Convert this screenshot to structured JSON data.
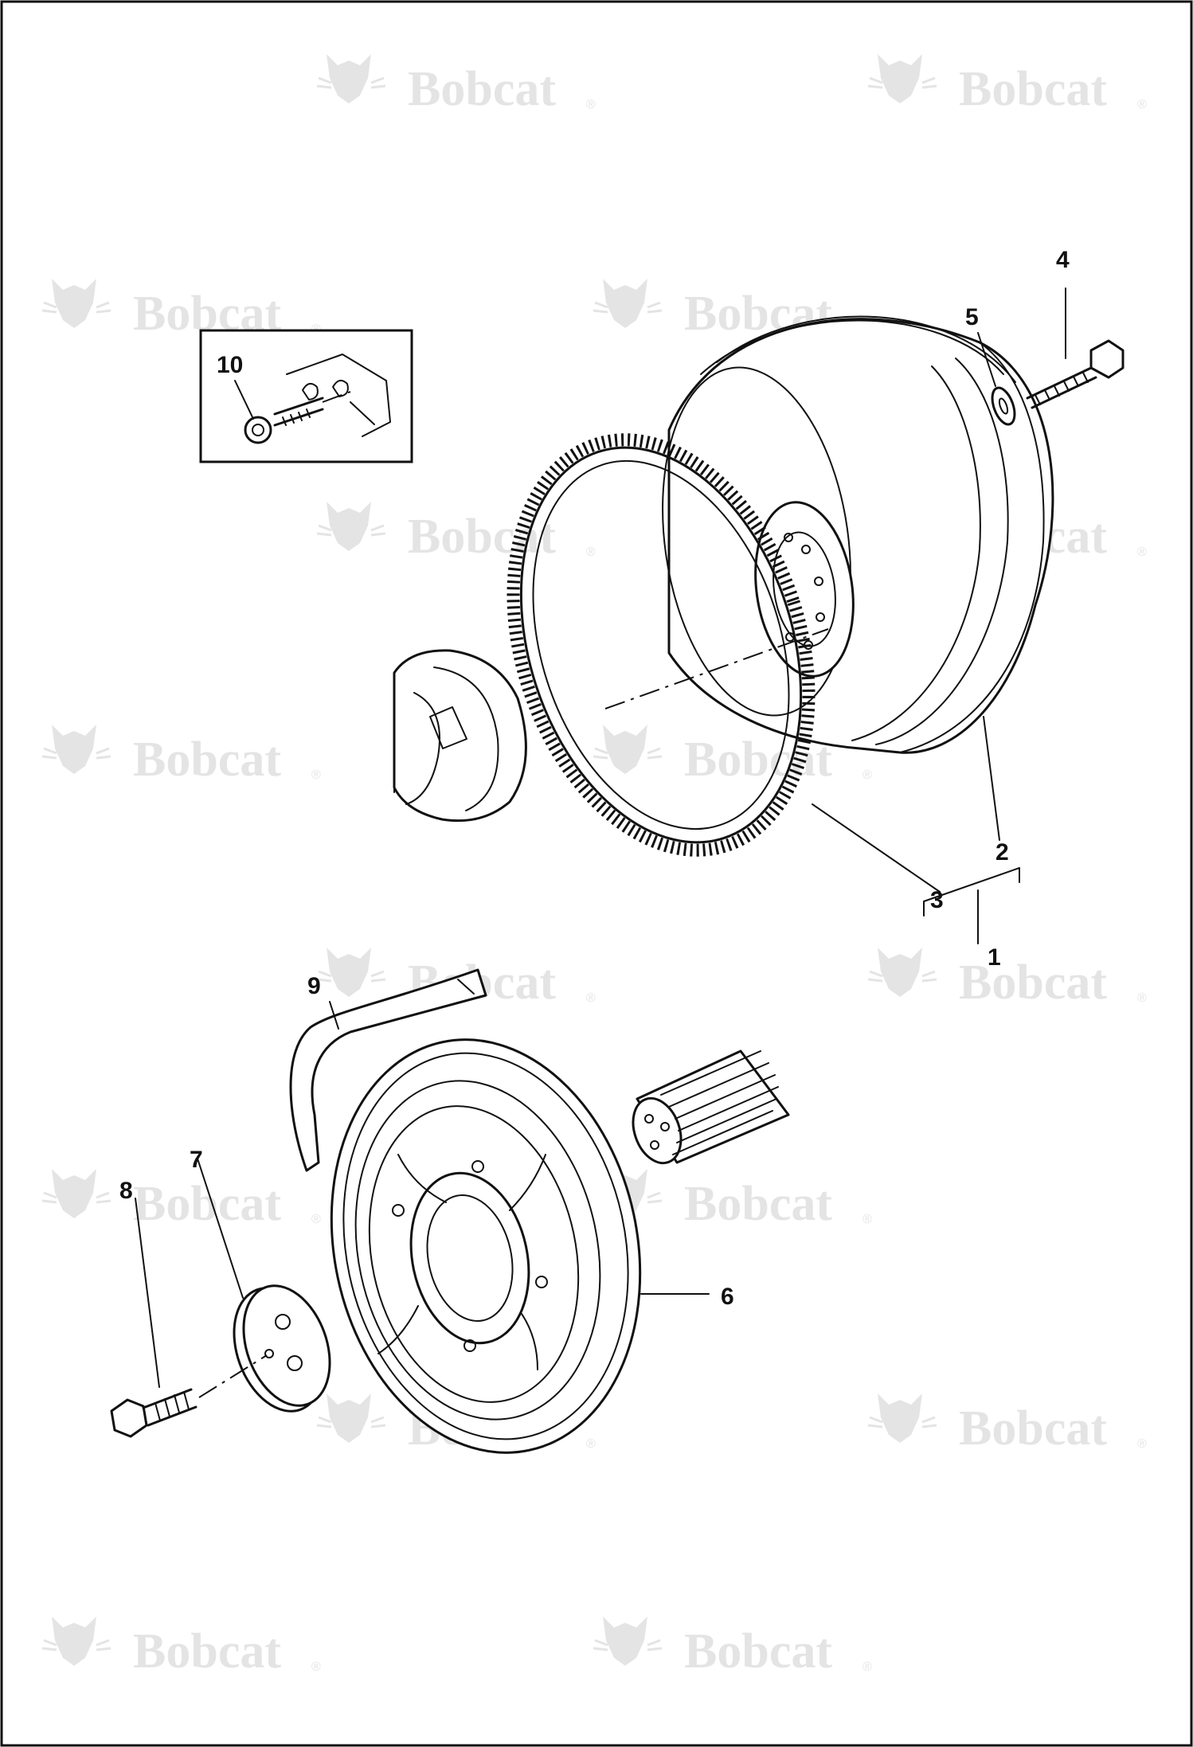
{
  "watermark": {
    "brand": "Bobcat",
    "mark": "®"
  },
  "callouts": {
    "c1": "1",
    "c2": "2",
    "c3": "3",
    "c4": "4",
    "c5": "5",
    "c6": "6",
    "c7": "7",
    "c8": "8",
    "c9": "9",
    "c10": "10"
  }
}
